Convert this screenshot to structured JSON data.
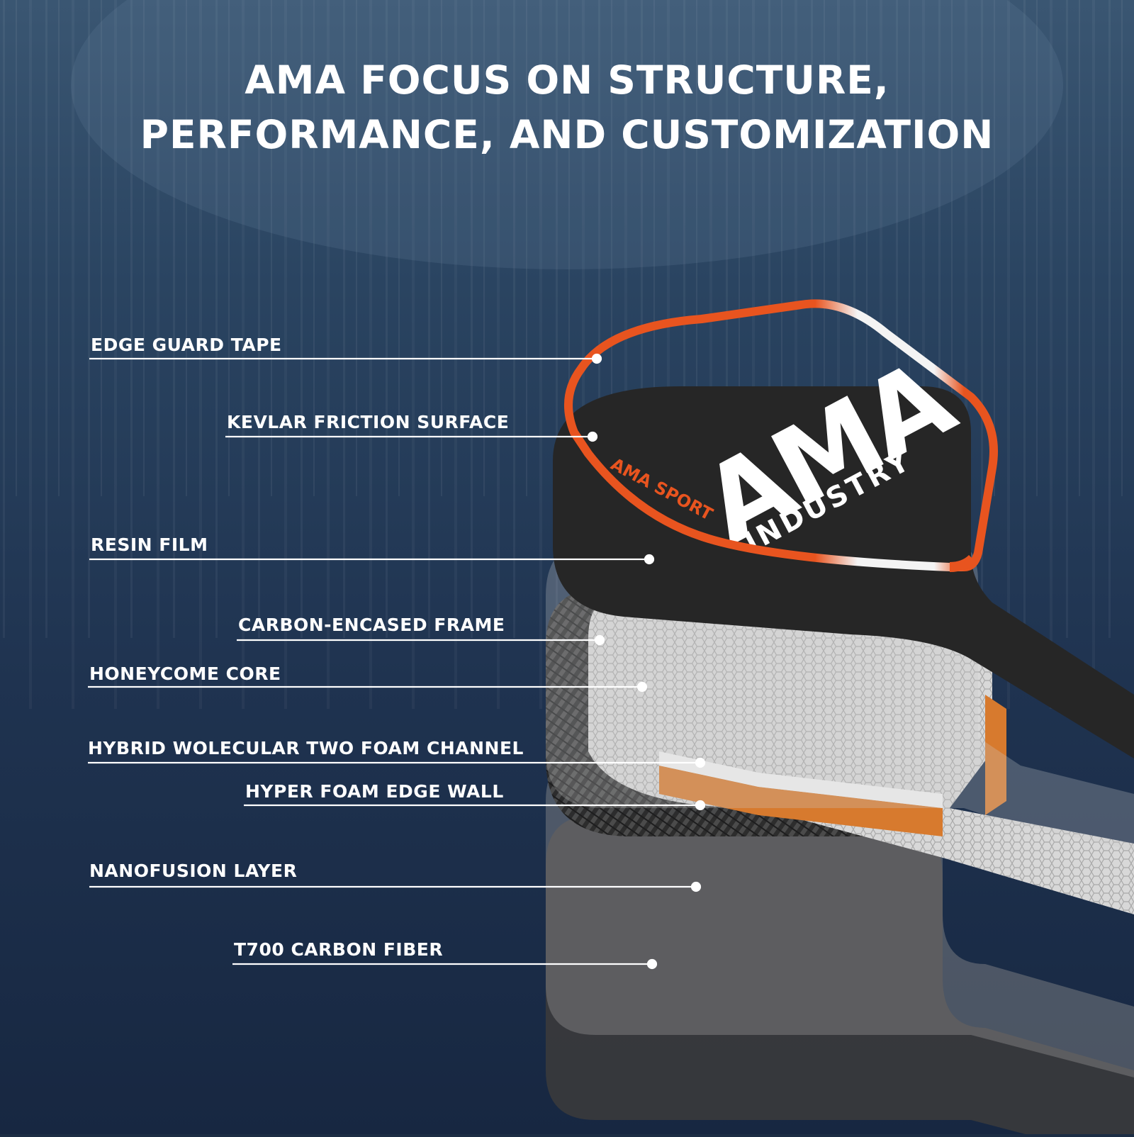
{
  "title": {
    "line1": "AMA FOCUS ON STRUCTURE,",
    "line2": "PERFORMANCE, AND CUSTOMIZATION"
  },
  "layers": [
    {
      "id": "edge-guard-tape",
      "label": "EDGE GUARD TAPE"
    },
    {
      "id": "kevlar-friction-surface",
      "label": "KEVLAR FRICTION SURFACE"
    },
    {
      "id": "resin-film",
      "label": "RESIN  FILM"
    },
    {
      "id": "carbon-encased-frame",
      "label": "CARBON-ENCASED FRAME"
    },
    {
      "id": "honeycome-core",
      "label": "HONEYCOME CORE"
    },
    {
      "id": "hybrid-foam-channel",
      "label": "HYBRID WOLECULAR TWO FOAM CHANNEL"
    },
    {
      "id": "hyper-foam-edge-wall",
      "label": "HYPER FOAM EDGE WALL"
    },
    {
      "id": "nanofusion-layer",
      "label": "NANOFUSION LAYER"
    },
    {
      "id": "t700-carbon-fiber",
      "label": "T700 CARBON FIBER"
    }
  ],
  "branding": {
    "logo": "AMA",
    "subtitle": "INDUSTRY",
    "edge_text": "AMA SPORT"
  },
  "colors": {
    "background": "#1c2d44",
    "accent": "#e8541f",
    "foam": "#d77a2e",
    "text": "#ffffff"
  }
}
